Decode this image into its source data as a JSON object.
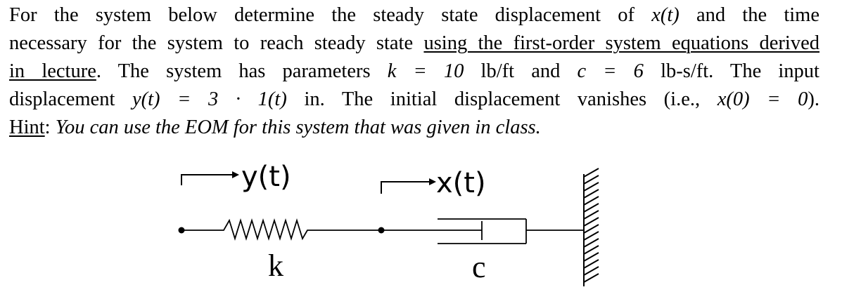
{
  "problem": {
    "line1": {
      "a": "For the system below determine the steady state displacement of ",
      "math_x": "x(t)",
      "b": " and the time"
    },
    "line2": {
      "a": "necessary for the system to reach steady state ",
      "underlined": "using the first-order system equations derived"
    },
    "line3": {
      "underlined": "in lecture",
      "a": ". The system has parameters ",
      "math_k": "k = 10",
      "b": " lb/ft and ",
      "math_c": "c = 6",
      "c": " lb-s/ft. The input"
    },
    "line4": {
      "a": "displacement ",
      "math_y": "y(t) = 3 · 1(t)",
      "b": " in. The initial displacement vanishes (i.e., ",
      "math_x0": "x(0) = 0",
      "c": ")."
    },
    "hint": {
      "label": "Hint",
      "colon": ": ",
      "text": "You can use the EOM for this system that was given in class."
    }
  },
  "diagram": {
    "input_label": "y(t)",
    "output_label": "x(t)",
    "spring_label": "k",
    "damper_label": "c"
  }
}
